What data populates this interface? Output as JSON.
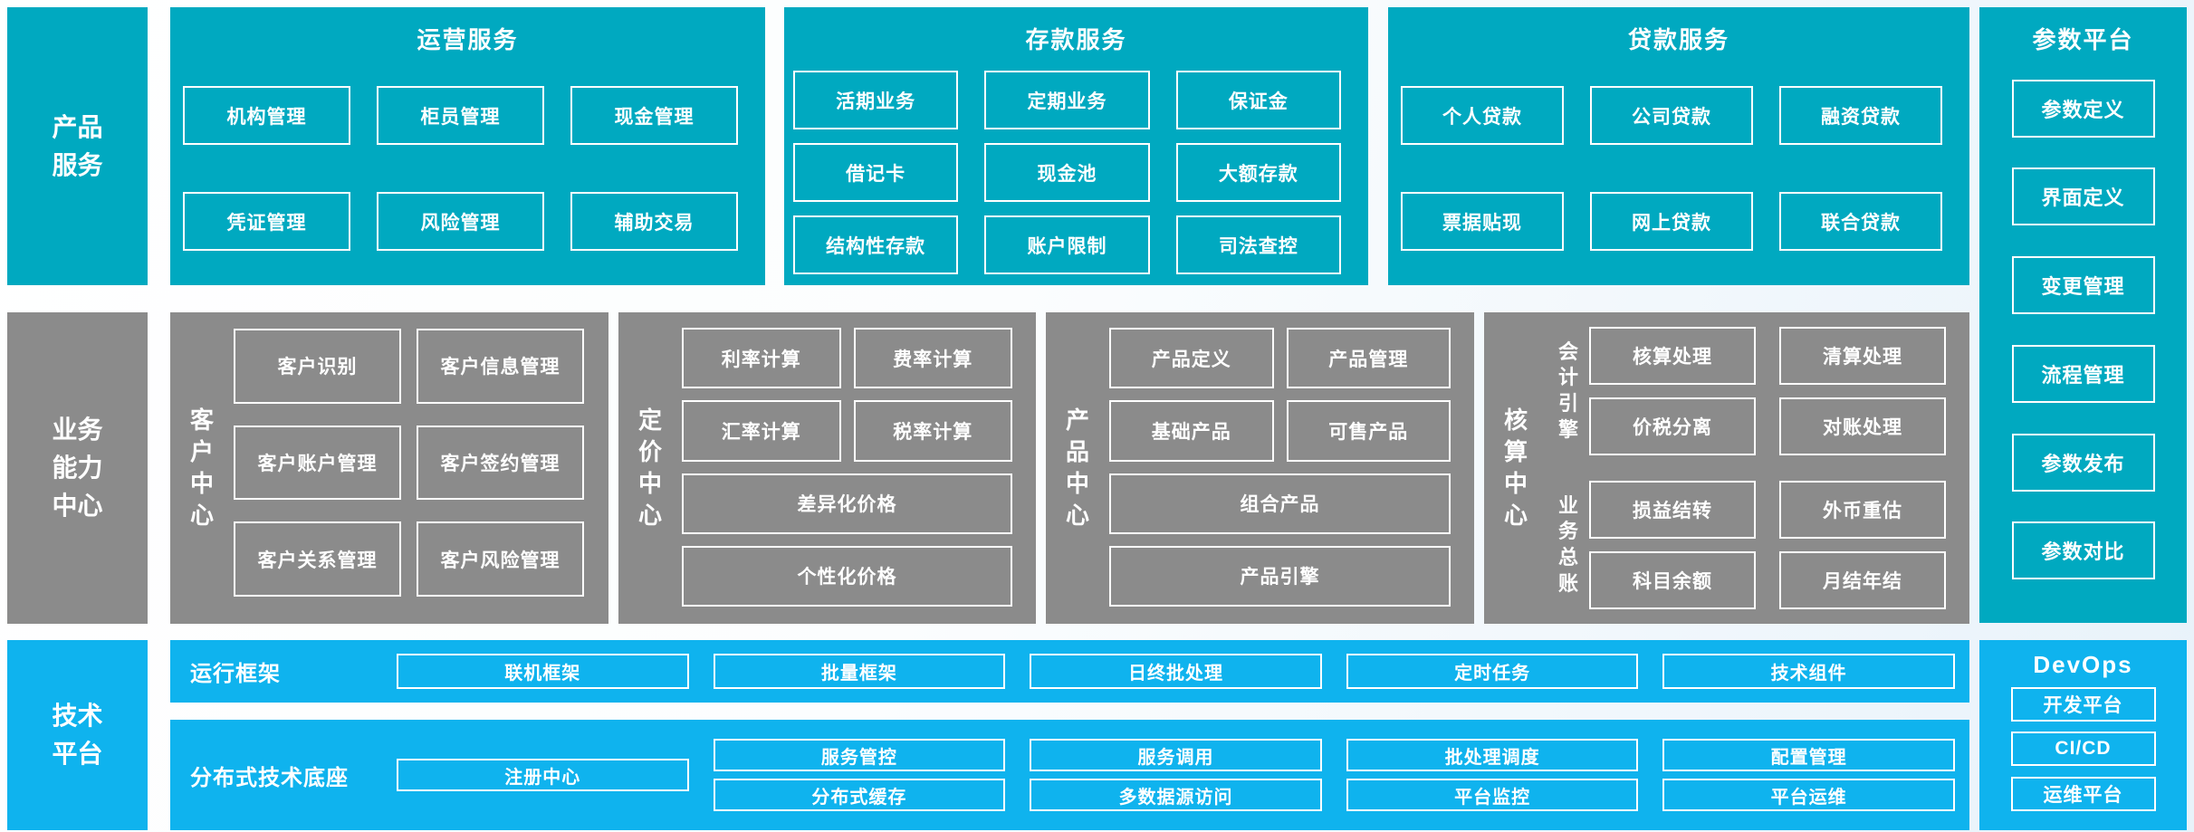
{
  "palette": {
    "teal": "#00A9C0",
    "gray": "#8B8B8B",
    "blue": "#0FB3EE",
    "box_border": "#FFFFFF",
    "text": "#FFFFFF",
    "background_tint": "#E8F2FA"
  },
  "left_labels": {
    "products": "产品服务",
    "business": "业务能力中心",
    "tech": "技术平台"
  },
  "row1": {
    "operations": {
      "title": "运营服务",
      "items": [
        "机构管理",
        "柜员管理",
        "现金管理",
        "凭证管理",
        "风险管理",
        "辅助交易"
      ]
    },
    "deposits": {
      "title": "存款服务",
      "items": [
        "活期业务",
        "定期业务",
        "保证金",
        "借记卡",
        "现金池",
        "大额存款",
        "结构性存款",
        "账户限制",
        "司法查控"
      ]
    },
    "loans": {
      "title": "贷款服务",
      "items": [
        "个人贷款",
        "公司贷款",
        "融资贷款",
        "票据贴现",
        "网上贷款",
        "联合贷款"
      ]
    }
  },
  "row2": {
    "customer": {
      "label": "客户中心",
      "items": [
        "客户识别",
        "客户信息管理",
        "客户账户管理",
        "客户签约管理",
        "客户关系管理",
        "客户风险管理"
      ]
    },
    "pricing": {
      "label": "定价中心",
      "items": [
        "利率计算",
        "费率计算",
        "汇率计算",
        "税率计算"
      ],
      "wide_items": [
        "差异化价格",
        "个性化价格"
      ]
    },
    "product": {
      "label": "产品中心",
      "items": [
        "产品定义",
        "产品管理",
        "基础产品",
        "可售产品"
      ],
      "wide_items": [
        "组合产品",
        "产品引擎"
      ]
    },
    "accounting": {
      "label": "核算中心",
      "groups": [
        {
          "label": "会计引擎",
          "items": [
            "核算处理",
            "清算处理",
            "价税分离",
            "对账处理"
          ]
        },
        {
          "label": "业务总账",
          "items": [
            "损益结转",
            "外币重估",
            "科目余额",
            "月结年结"
          ]
        }
      ]
    }
  },
  "row3": {
    "runtime": {
      "label": "运行框架",
      "items": [
        "联机框架",
        "批量框架",
        "日终批处理",
        "定时任务",
        "技术组件"
      ]
    },
    "distributed": {
      "label": "分布式技术底座",
      "registry": "注册中心",
      "grid": [
        [
          "服务管控",
          "服务调用",
          "批处理调度",
          "配置管理"
        ],
        [
          "分布式缓存",
          "多数据源访问",
          "平台监控",
          "平台运维"
        ]
      ]
    }
  },
  "right_col": {
    "params": {
      "title": "参数平台",
      "items": [
        "参数定义",
        "界面定义",
        "变更管理",
        "流程管理",
        "参数发布",
        "参数对比"
      ]
    },
    "devops": {
      "title": "DevOps",
      "items": [
        "开发平台",
        "CI/CD",
        "运维平台"
      ]
    }
  }
}
